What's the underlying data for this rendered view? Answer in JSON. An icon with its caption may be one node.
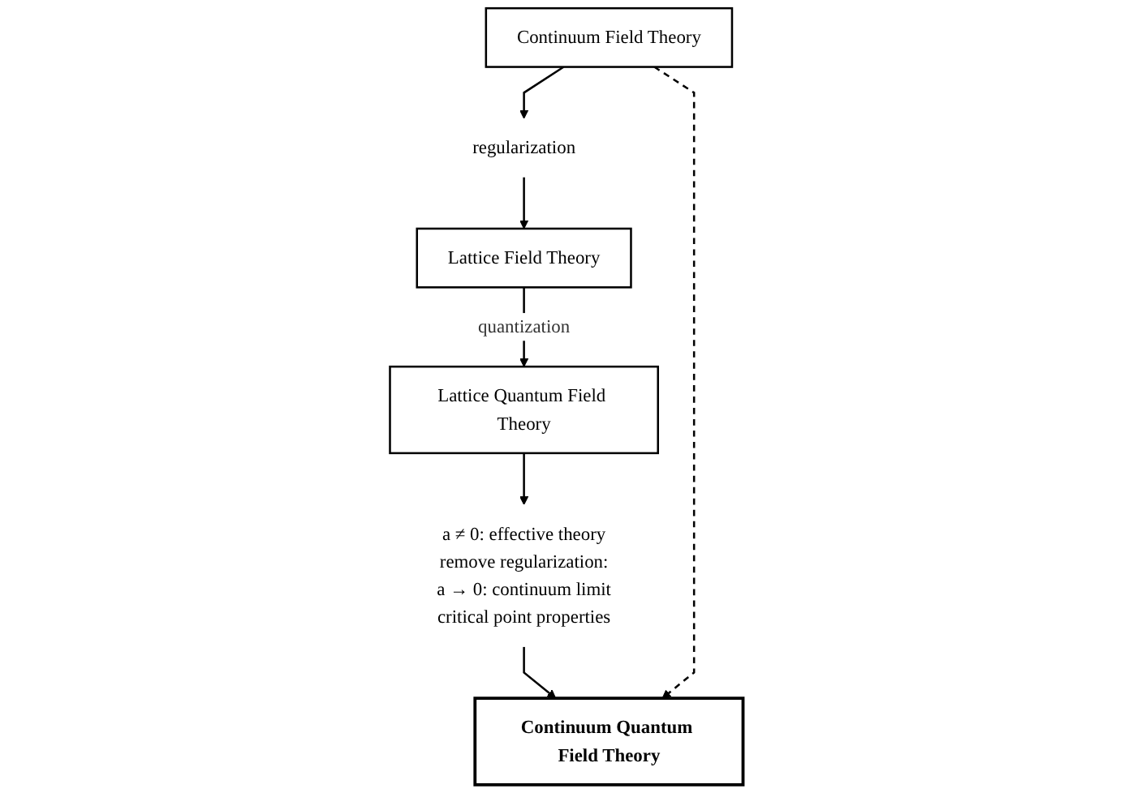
{
  "diagram": {
    "nodes": [
      {
        "text": [
          "Lattice Field Theory"
        ]
      },
      {
        "text": [
          "Lattice Quantum Field Theory"
        ]
      },
      {
        "text": [
          "a ≠ 0: effective theory",
          "remove regularization:",
          "a → 0: continuum limit",
          "critical point properties"
        ]
      },
      {
        "text": [
          "regularization"
        ]
      },
      {
        "text": [
          "Continuum Field Theory"
        ]
      },
      {
        "text": [
          "Continuum Quantum Field Theory"
        ]
      }
    ],
    "edges": [
      {
        "from": 0,
        "to": 1,
        "arrow": "to",
        "label": "quantization"
      },
      {
        "from": 1,
        "to": 2,
        "arrow": "to"
      },
      {
        "from": 2,
        "to": 5,
        "arrow": "to"
      },
      {
        "from": 4,
        "to": 3,
        "arrow": "to"
      },
      {
        "from": 3,
        "to": 0,
        "arrow": "to"
      },
      {
        "from": 4,
        "to": 5,
        "arrow": "to",
        "style": "dashed"
      }
    ]
  }
}
